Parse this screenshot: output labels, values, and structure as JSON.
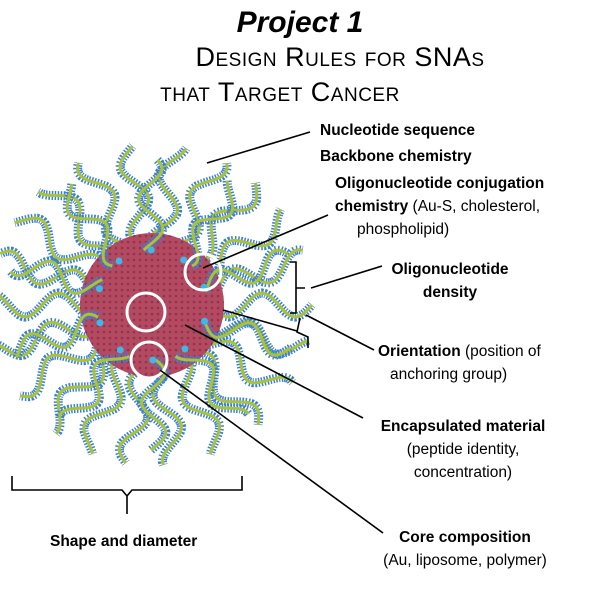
{
  "title": {
    "project": "Project 1",
    "line1": "Design Rules for SNAs",
    "line2": "that Target Cancer"
  },
  "labels": {
    "nucleotide": "Nucleotide sequence",
    "backbone": "Backbone chemistry",
    "conjugation_bold": "Oligonucleotide conjugation",
    "conjugation_bold2": "chemistry",
    "conjugation_rest": " (Au-S, cholesterol,",
    "conjugation_line3": "phospholipid)",
    "density_1": "Oligonucleotide",
    "density_2": "density",
    "orientation_bold": "Orientation",
    "orientation_rest": " (position of",
    "orientation_line2": "anchoring group)",
    "encapsulated_bold": "Encapsulated material",
    "encapsulated_2": "(peptide identity,",
    "encapsulated_3": "concentration)",
    "shape": "Shape and diameter",
    "core_bold": "Core composition",
    "core_2": "(Au, liposome, polymer)"
  },
  "colors": {
    "core": "#b34a62",
    "strand_blue": "#3b7fd6",
    "strand_green": "#a8c23a",
    "anchor": "#3fb8e8"
  }
}
